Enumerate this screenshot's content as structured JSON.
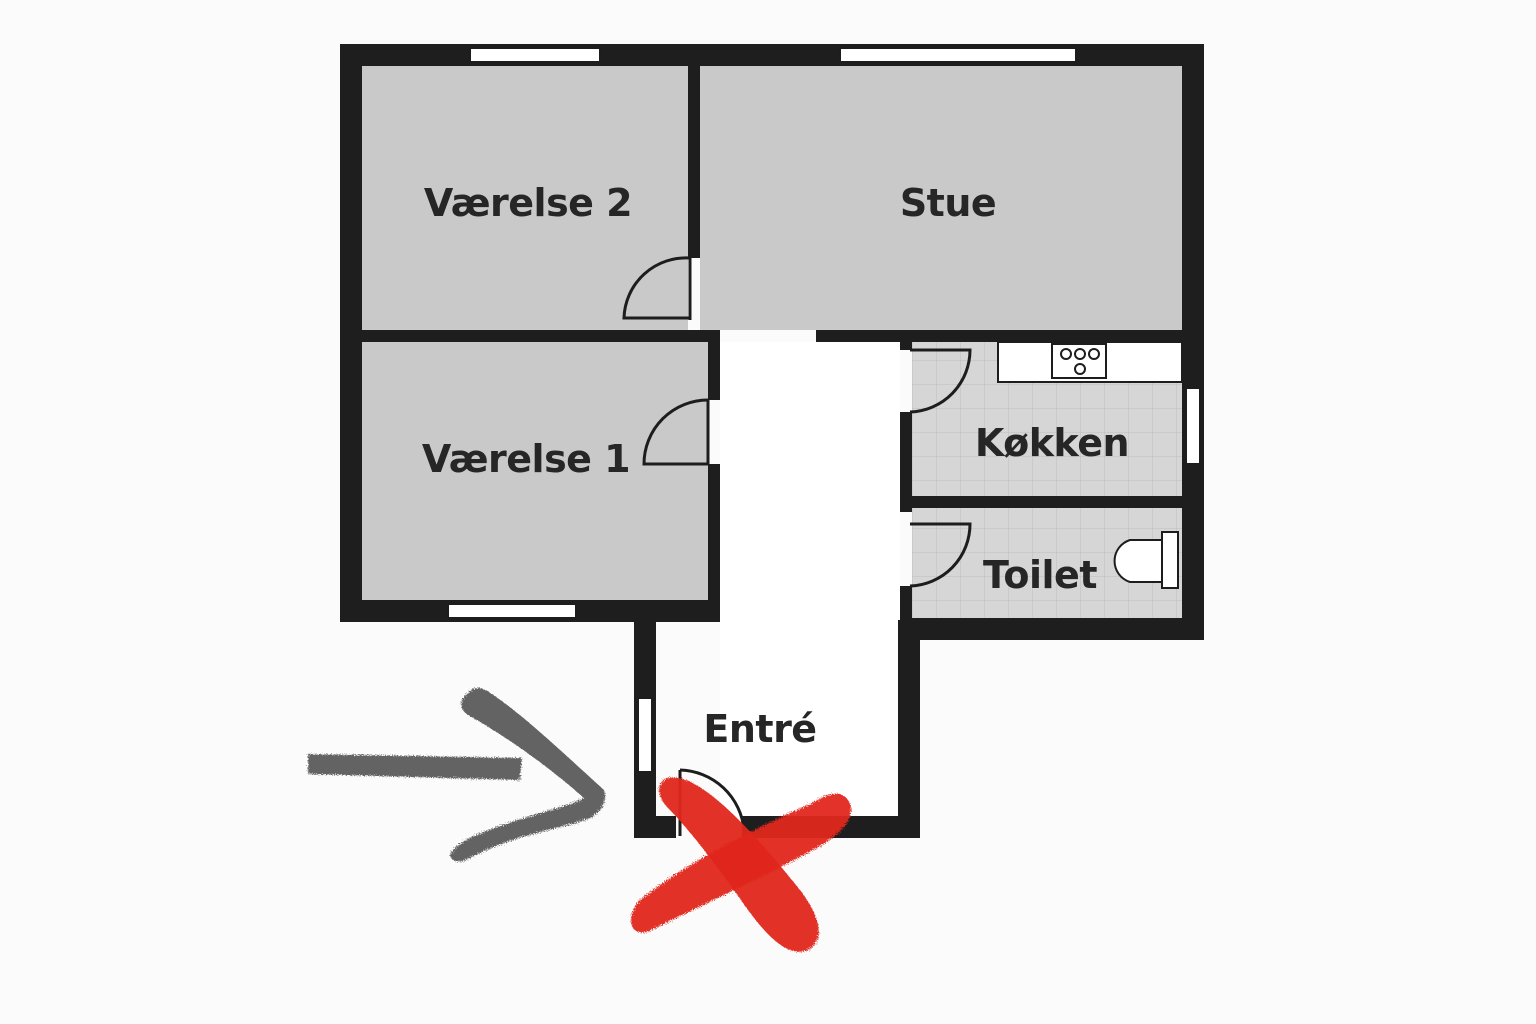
{
  "plan": {
    "rooms": [
      {
        "id": "vaerelse-2",
        "label": "Værelse 2"
      },
      {
        "id": "stue",
        "label": "Stue"
      },
      {
        "id": "vaerelse-1",
        "label": "Værelse 1"
      },
      {
        "id": "kokken",
        "label": "Køkken"
      },
      {
        "id": "toilet",
        "label": "Toilet"
      },
      {
        "id": "entre",
        "label": "Entré"
      }
    ],
    "colors": {
      "wall": "#1e1e1e",
      "room_fill": "#c9c9c9",
      "tile_fill": "#d3d3d3",
      "hall_fill": "#ffffff",
      "arrow": "#555555",
      "cross": "#e0261a"
    },
    "annotations": [
      {
        "name": "entry-arrow",
        "kind": "hand-drawn arrow pointing to entrance"
      },
      {
        "name": "red-cross-mark",
        "kind": "red X over front door"
      }
    ],
    "fixtures": [
      "stove-icon",
      "toilet-icon"
    ]
  }
}
